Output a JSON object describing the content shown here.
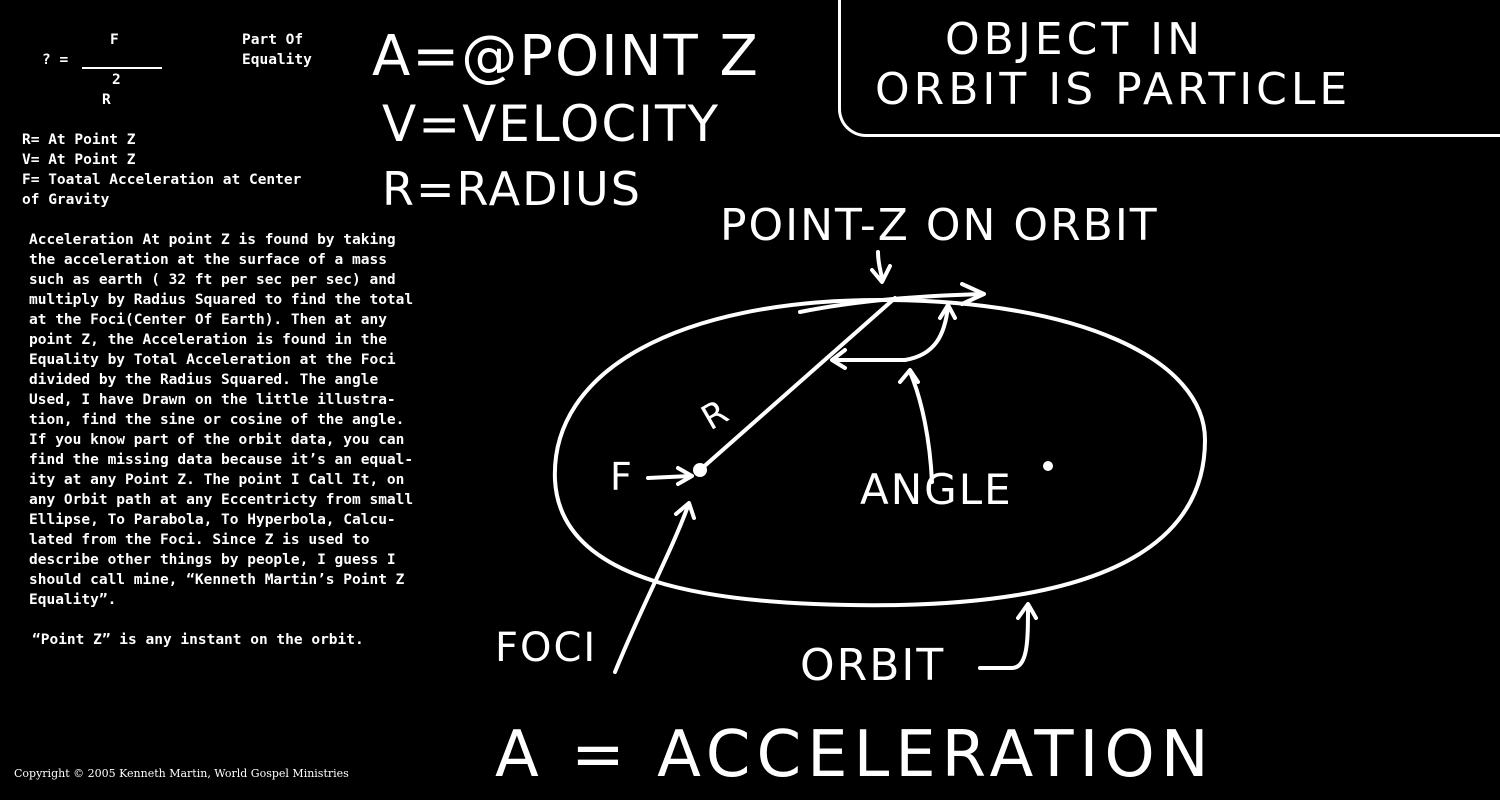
{
  "formula": {
    "numerator": "F",
    "lhs": "? =",
    "exponent": "2",
    "denominator": "R",
    "part_of_equality": "Part Of\nEquality"
  },
  "definitions": "R= At Point Z\nV= At Point Z\nF= Toatal Acceleration at Center\nof Gravity",
  "paragraph": "Acceleration At point Z is found by taking\nthe acceleration at the surface of a mass\nsuch as earth ( 32 ft per sec per sec) and\nmultiply by Radius Squared to find the total\nat the Foci(Center Of Earth). Then at any\npoint Z, the Acceleration is found in the\nEquality by Total Acceleration at the Foci\ndivided by the Radius Squared. The angle\nUsed, I have Drawn on the little illustra-\ntion, find the sine or cosine of the angle.\nIf you know part of the orbit data, you can\nfind the missing data because it’s an equal-\nity at any Point Z. The point I Call It, on\nany Orbit path at any Eccentricty from small\nEllipse, To Parabola, To Hyperbola, Calcu-\nlated from the Foci. Since Z is used to\ndescribe other things by people, I guess I\nshould call mine, “Kenneth Martin’s Point Z\nEquality”.",
  "note": "“Point Z” is any instant on the orbit.",
  "copyright": "Copyright © 2005 Kenneth Martin, World Gospel Ministries",
  "legend": {
    "a": "A=@POINT  Z",
    "v": "V=VELOCITY",
    "r": "R=RADIUS"
  },
  "object_box": {
    "line1": "OBJECT  IN",
    "line2": "ORBIT  IS  PARTICLE"
  },
  "diagram": {
    "point_z_label": "POINT-Z  ON   ORBIT",
    "f": "F",
    "r": "R",
    "angle": "ANGLE",
    "foci": "FOCI",
    "orbit": "ORBIT",
    "acceleration": "A = ACCELERATION"
  },
  "colors": {
    "background": "#000000",
    "ink": "#ffffff"
  }
}
